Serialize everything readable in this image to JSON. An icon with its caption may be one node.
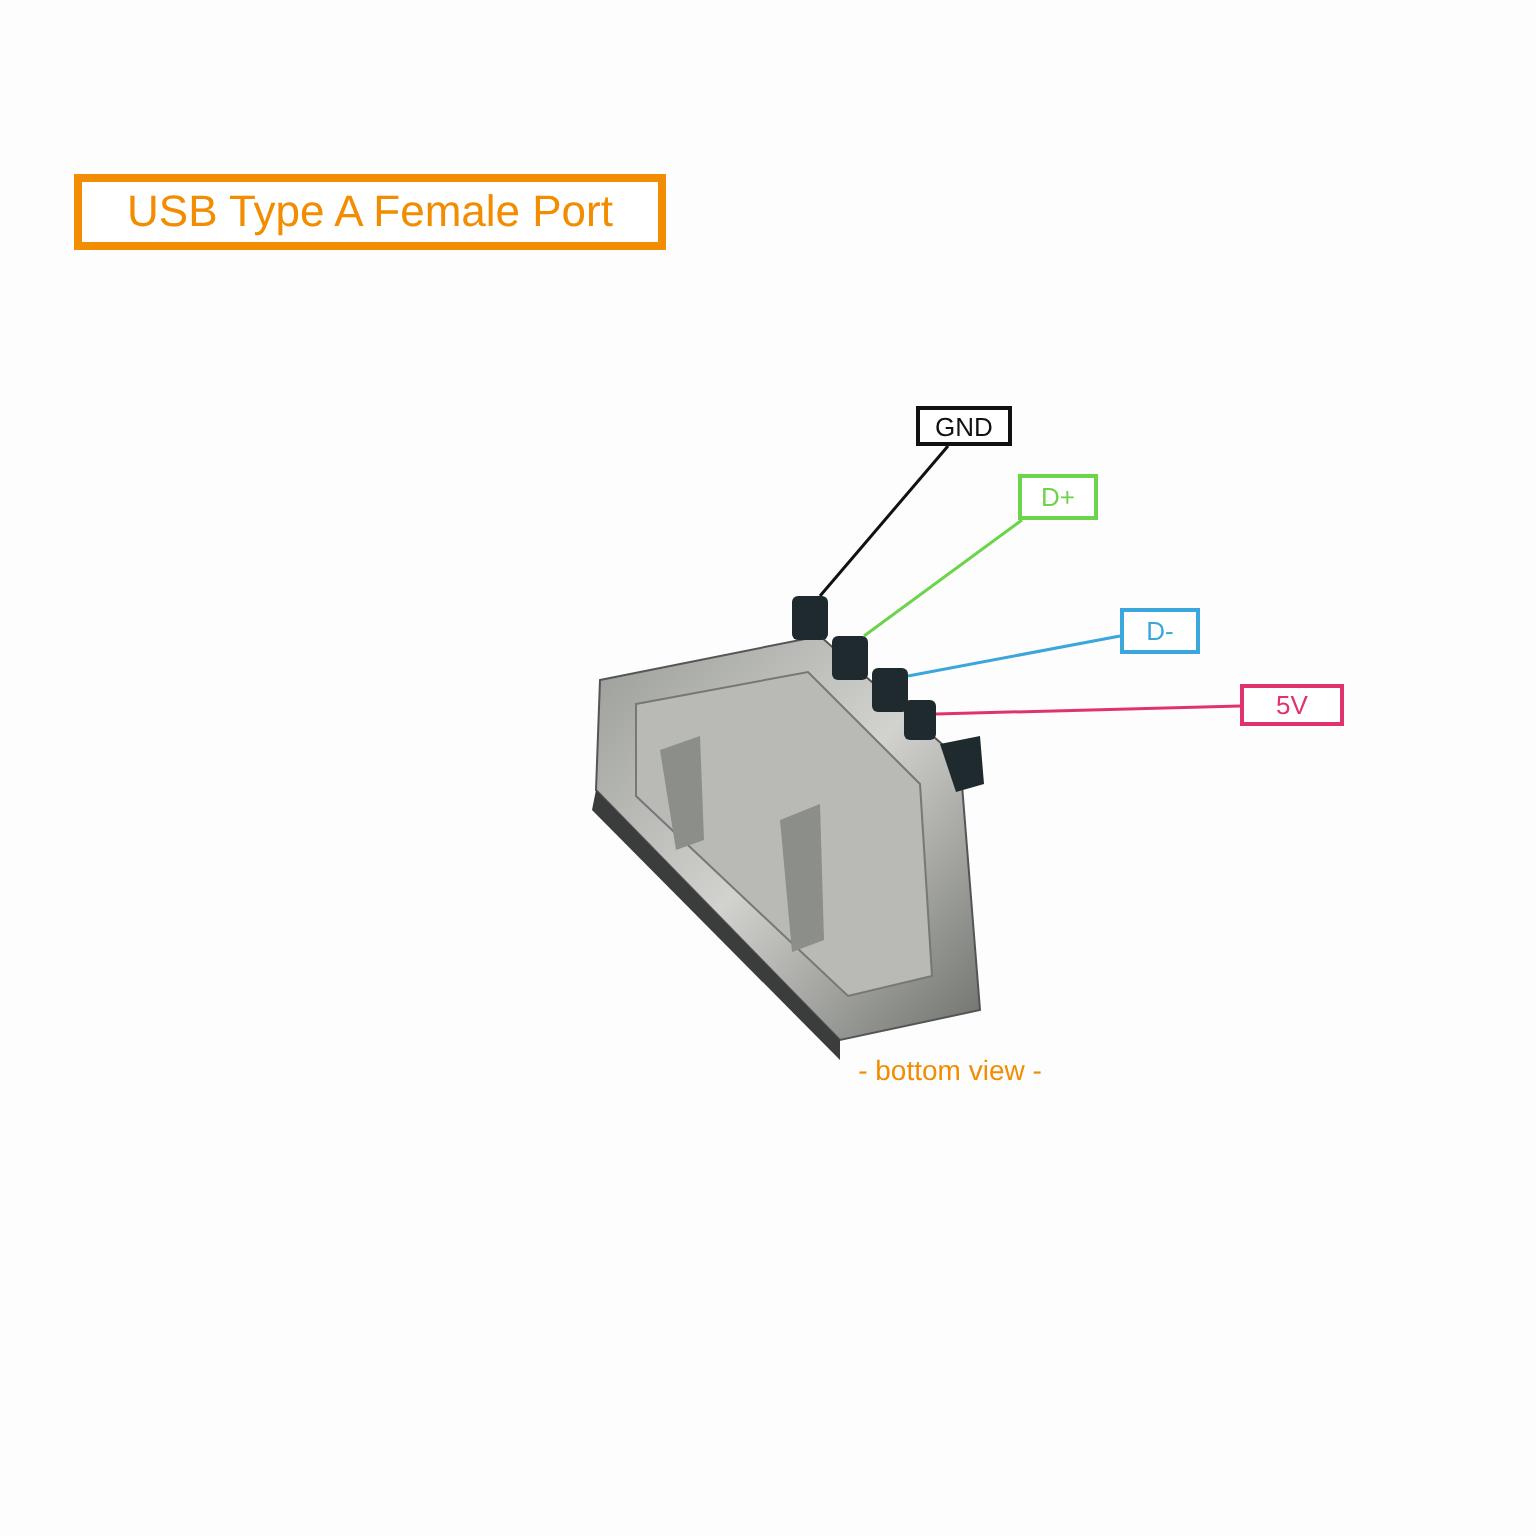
{
  "diagram": {
    "title": "USB Type A Female Port",
    "nodes": [
      {
        "text": [
          "GND"
        ]
      },
      {
        "text": [
          "D+"
        ]
      },
      {
        "text": [
          "D-"
        ]
      },
      {
        "text": [
          "5V"
        ]
      },
      {
        "text": [],
        "shape": "bar"
      },
      {
        "text": [],
        "shape": "bar"
      },
      {
        "text": [],
        "shape": "bar"
      },
      {
        "text": [],
        "shape": "bar"
      }
    ],
    "edges": [
      {
        "from": 0,
        "to": 4,
        "arrow": "none",
        "color": "#111111"
      },
      {
        "from": 1,
        "to": 5,
        "arrow": "none",
        "color": "#6cd44a"
      },
      {
        "from": 2,
        "to": 6,
        "arrow": "none",
        "color": "#3aa6dc"
      },
      {
        "from": 3,
        "to": 7,
        "arrow": "none",
        "color": "#e0336e"
      }
    ],
    "labels": [
      "- bottom view -"
    ]
  }
}
